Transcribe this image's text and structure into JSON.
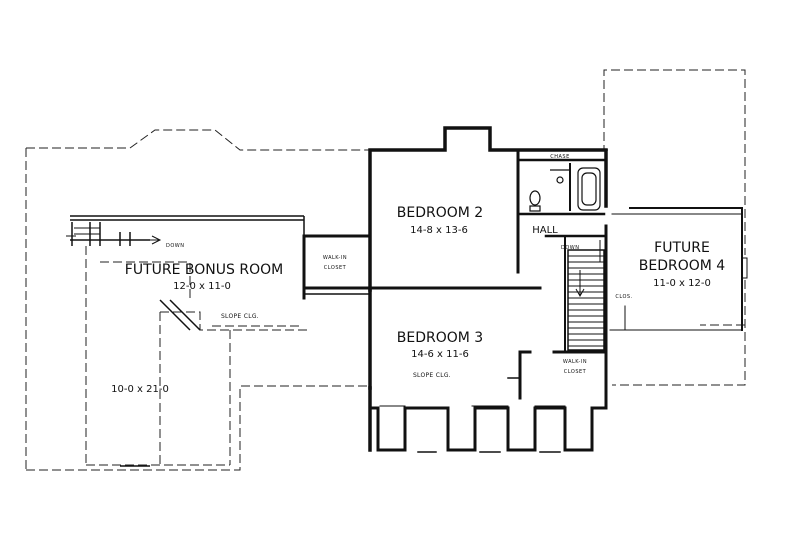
{
  "rooms": {
    "bedroom2": {
      "name": "BEDROOM 2",
      "dims": "14-8 x 13-6"
    },
    "bedroom3": {
      "name": "BEDROOM 3",
      "dims": "14-6 x 11-6",
      "note": "SLOPE CLG."
    },
    "bonus": {
      "name": "FUTURE BONUS ROOM",
      "dims": "12-0 x 11-0",
      "note": "SLOPE CLG.",
      "lower_dims": "10-0 x 21-0"
    },
    "bedroom4": {
      "line1": "FUTURE",
      "line2": "BEDROOM 4",
      "dims": "11-0 x 12-0"
    }
  },
  "labels": {
    "hall": "HALL",
    "chase": "CHASE",
    "down_left": "DOWN",
    "down_stair": "DOWN",
    "walkin_top_1": "WALK-IN",
    "walkin_top_2": "CLOSET",
    "walkin_bottom_1": "WALK-IN",
    "walkin_bottom_2": "CLOSET",
    "clos": "CLOS."
  }
}
